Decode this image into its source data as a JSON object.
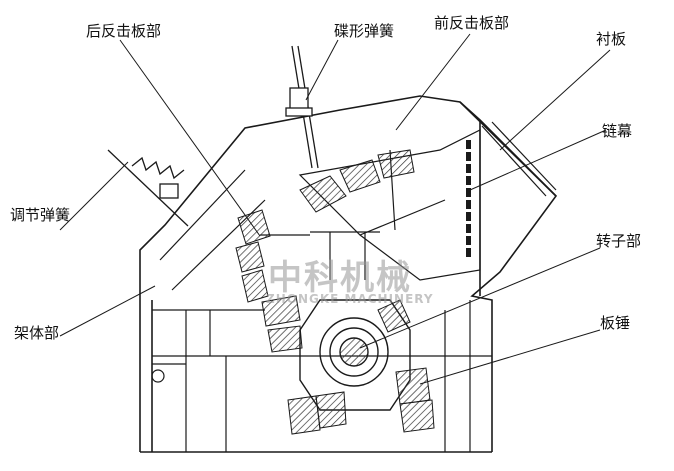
{
  "labels": {
    "rear_impact_plate": "后反击板部",
    "disc_spring": "碟形弹簧",
    "front_impact_plate": "前反击板部",
    "liner": "衬板",
    "chain_curtain": "链幕",
    "adjusting_spring": "调节弹簧",
    "rotor": "转子部",
    "frame": "架体部",
    "blow_bar": "板锤"
  },
  "watermark": {
    "cn": "中科机械",
    "en": "ZHONGKE MACHINERY"
  },
  "colors": {
    "line": "#1a1a1a",
    "hatch": "#333333",
    "background": "#ffffff"
  }
}
